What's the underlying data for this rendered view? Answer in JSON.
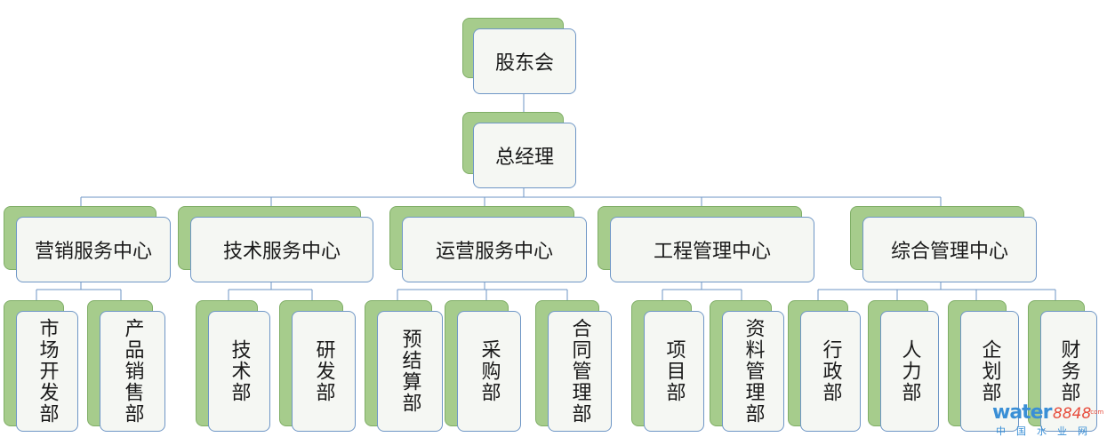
{
  "org_chart": {
    "root": "股东会",
    "manager": "总经理",
    "centers": [
      {
        "name": "营销服务中心",
        "departments": [
          "市场开发部",
          "产品销售部"
        ]
      },
      {
        "name": "技术服务中心",
        "departments": [
          "技术部",
          "研发部"
        ]
      },
      {
        "name": "运营服务中心",
        "departments": [
          "预结算部",
          "采购部",
          "合同管理部"
        ]
      },
      {
        "name": "工程管理中心",
        "departments": [
          "项目部",
          "资料管理部"
        ]
      },
      {
        "name": "综合管理中心",
        "departments": [
          "行政部",
          "人力部",
          "企划部",
          "财务部"
        ]
      }
    ]
  },
  "colors": {
    "box_fill": "#f5f7f3",
    "box_border": "#6e96c6",
    "shadow_fill": "#a6cc8c",
    "connector": "#6e96c6",
    "text": "#1a1a1a"
  },
  "watermark": {
    "brand": "water",
    "number": "8848",
    "suffix": ".com",
    "chinese": "中国水业网"
  }
}
